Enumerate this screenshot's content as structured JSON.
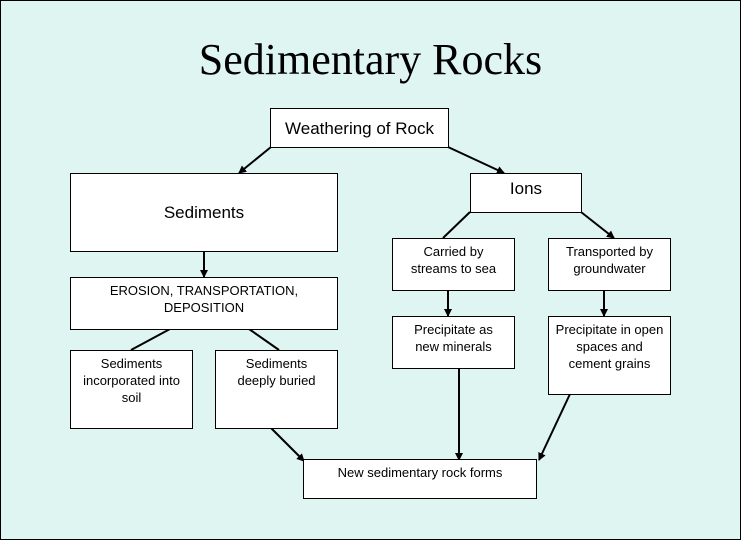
{
  "title": "Sedimentary Rocks",
  "nodes": {
    "weathering": "Weathering of Rock",
    "sediments": "Sediments",
    "ions": "Ions",
    "erosion": "EROSION, TRANSPORTATION, DEPOSITION",
    "soil": "Sediments incorporated into soil",
    "buried": "Sediments deeply buried",
    "streams": "Carried by streams to sea",
    "groundwater": "Transported by groundwater",
    "new_minerals": "Precipitate as new minerals",
    "open_spaces": "Precipitate in open spaces and cement grains",
    "new_rock": "New sedimentary rock forms"
  },
  "colors": {
    "background": "#dff5f1",
    "box": "#ffffff",
    "line": "#000000"
  }
}
